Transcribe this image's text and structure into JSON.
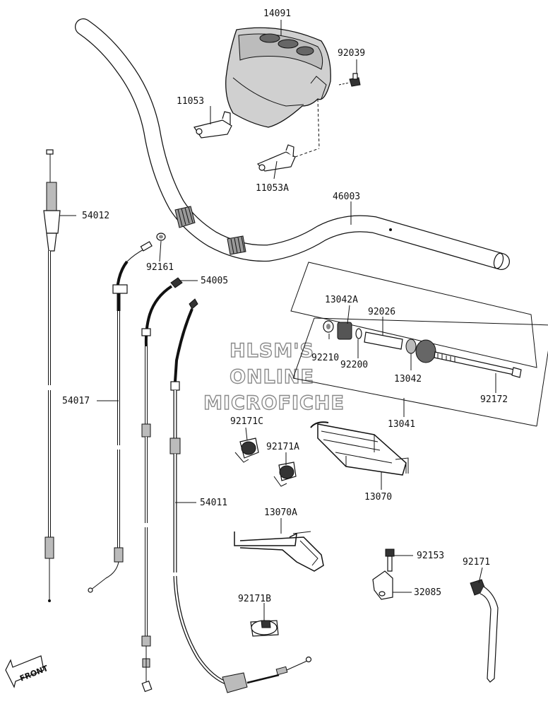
{
  "watermark": {
    "line1": "HLSM'S",
    "line2": "ONLINE",
    "line3": "MICROFICHE"
  },
  "front_label": "FRONT",
  "parts": [
    {
      "id": "p14091",
      "number": "14091"
    },
    {
      "id": "p92039",
      "number": "92039"
    },
    {
      "id": "p11053",
      "number": "11053"
    },
    {
      "id": "p11053a",
      "number": "11053A"
    },
    {
      "id": "p46003",
      "number": "46003"
    },
    {
      "id": "p54012",
      "number": "54012"
    },
    {
      "id": "p92161",
      "number": "92161"
    },
    {
      "id": "p54005",
      "number": "54005"
    },
    {
      "id": "p13042a",
      "number": "13042A"
    },
    {
      "id": "p92026",
      "number": "92026"
    },
    {
      "id": "p92210",
      "number": "92210"
    },
    {
      "id": "p92200",
      "number": "92200"
    },
    {
      "id": "p13042",
      "number": "13042"
    },
    {
      "id": "p92172",
      "number": "92172"
    },
    {
      "id": "p13041",
      "number": "13041"
    },
    {
      "id": "p54017",
      "number": "54017"
    },
    {
      "id": "p92171c",
      "number": "92171C"
    },
    {
      "id": "p92171a",
      "number": "92171A"
    },
    {
      "id": "p13070",
      "number": "13070"
    },
    {
      "id": "p54011",
      "number": "54011"
    },
    {
      "id": "p13070a",
      "number": "13070A"
    },
    {
      "id": "p92153",
      "number": "92153"
    },
    {
      "id": "p92171",
      "number": "92171"
    },
    {
      "id": "p32085",
      "number": "32085"
    },
    {
      "id": "p92171b",
      "number": "92171B"
    }
  ]
}
